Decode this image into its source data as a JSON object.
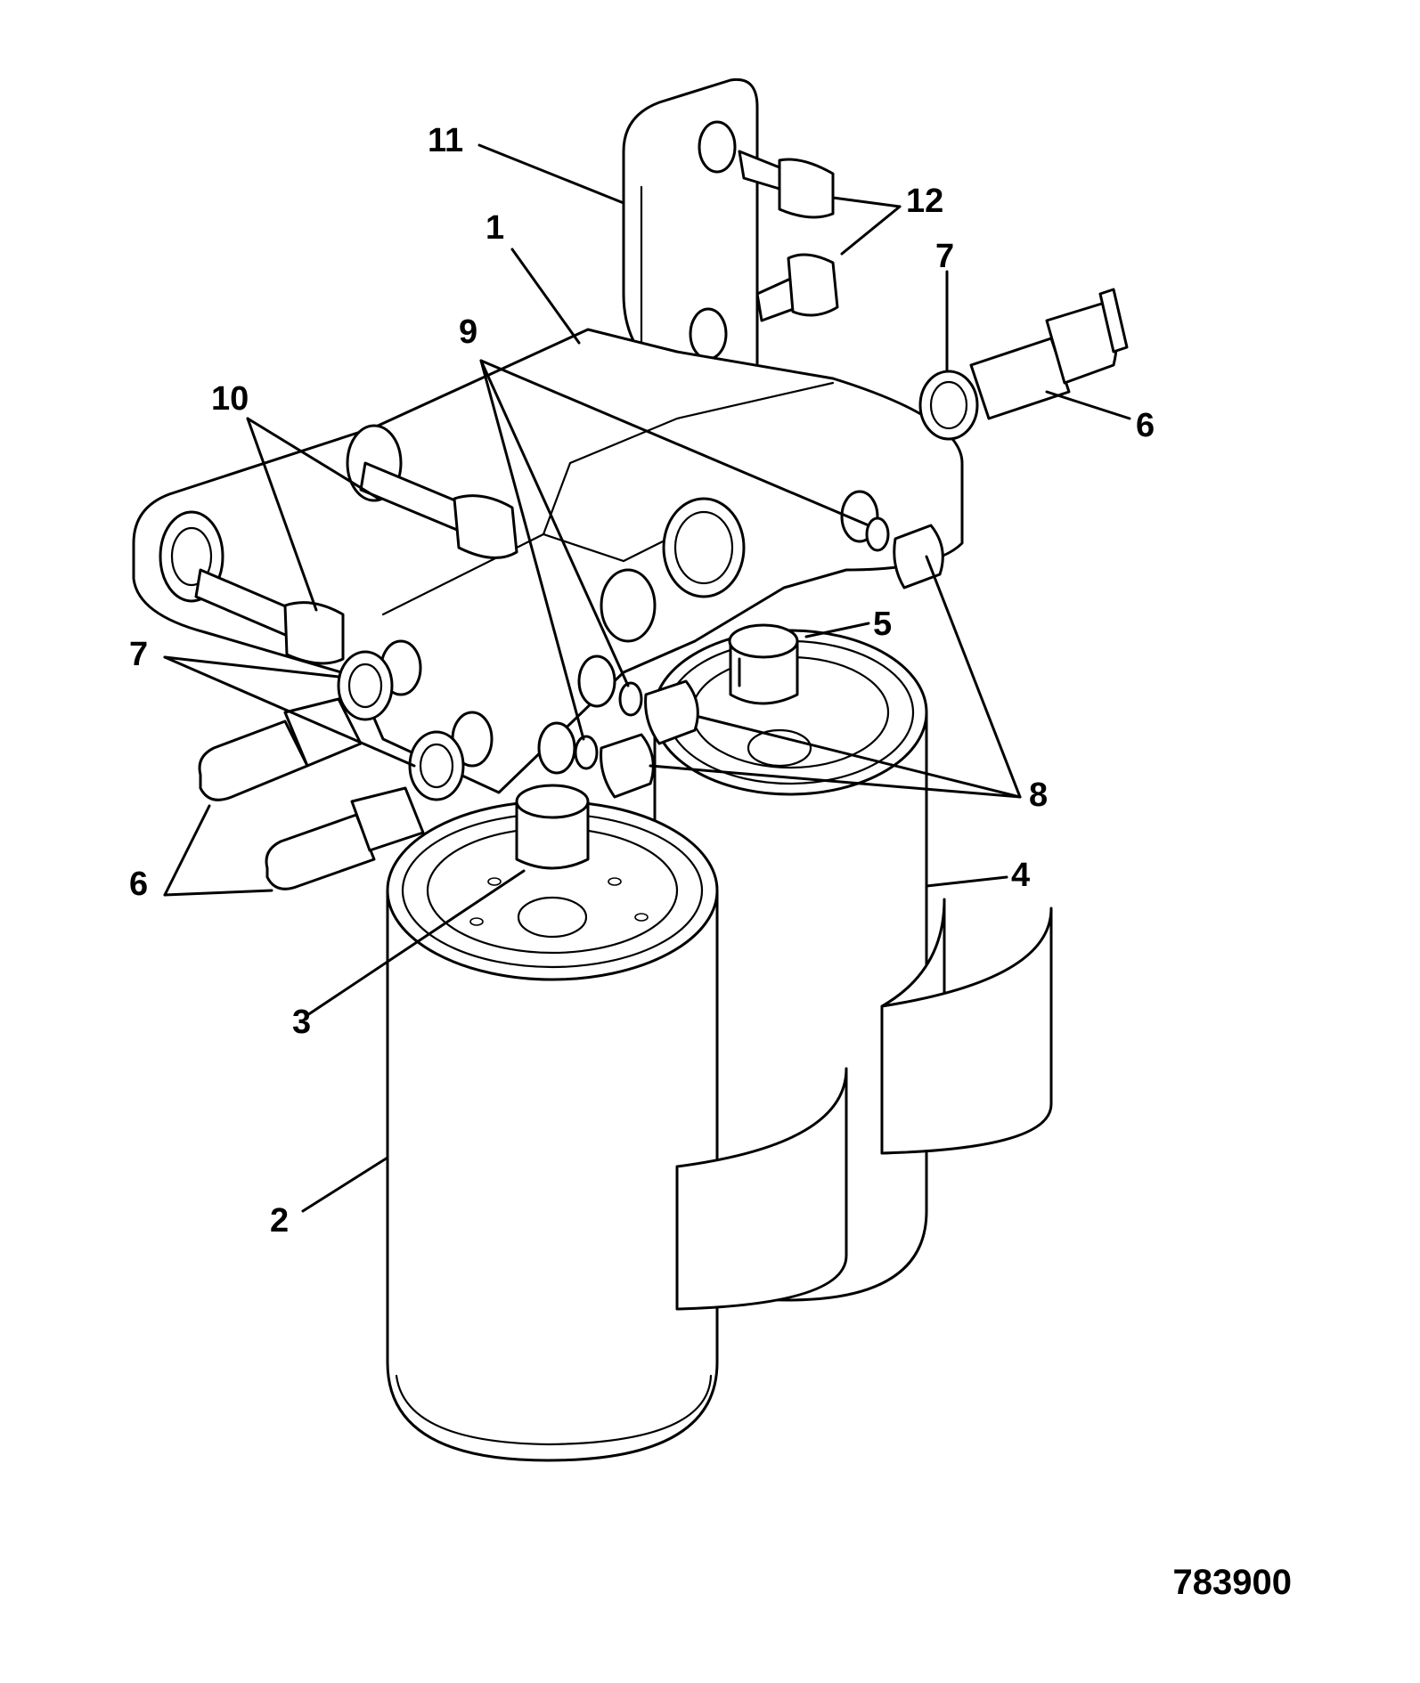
{
  "diagram": {
    "figure_id": "783900",
    "callouts": {
      "c1": "1",
      "c2": "2",
      "c3": "3",
      "c4": "4",
      "c5": "5",
      "c6_right": "6",
      "c6_left": "6",
      "c7_right": "7",
      "c7_left": "7",
      "c8": "8",
      "c9": "9",
      "c10": "10",
      "c11": "11",
      "c12": "12"
    }
  }
}
